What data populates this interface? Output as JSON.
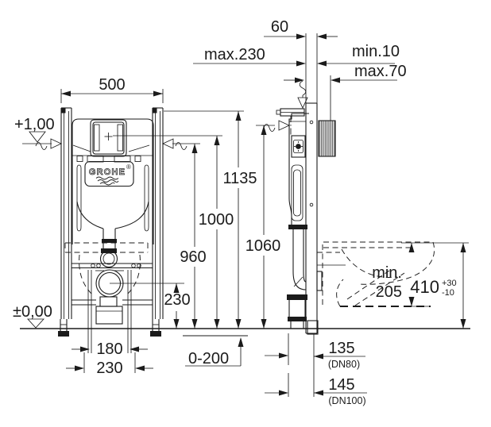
{
  "front": {
    "width": "500",
    "level_top": "+1,00",
    "level_zero": "±0,00",
    "outlet_height": "230",
    "anchor_spacing": "180",
    "outlet_offset": "230"
  },
  "heights": {
    "h960": "960",
    "h1000": "1000",
    "h1135": "1135",
    "h1060": "1060",
    "floor_range": "0-200"
  },
  "side": {
    "rail_depth": "60",
    "max_depth": "max.230",
    "wall_min": "min.10",
    "wall_max": "max.70",
    "bowl_min_line1": "min.",
    "bowl_min_line2": "205",
    "seat_height": "410",
    "tol_plus": "+30",
    "tol_minus": "-10",
    "dn80_value": "135",
    "dn80_label": "(DN80)",
    "dn100_value": "145",
    "dn100_label": "(DN100)"
  },
  "logo": {
    "brand": "GROHE",
    "registered": "®"
  },
  "colors": {
    "line": "#1b1b1b",
    "background": "#ffffff"
  }
}
